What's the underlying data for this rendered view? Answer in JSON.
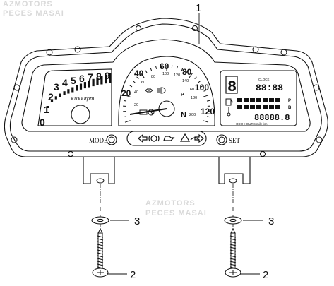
{
  "watermark": {
    "line1": "AZMOTORS",
    "line2": "PECES MASAI"
  },
  "callouts": [
    "1",
    "2",
    "3"
  ],
  "tachometer": {
    "scale": [
      "0",
      "1",
      "2",
      "3",
      "4",
      "5",
      "6",
      "7",
      "8",
      "9"
    ],
    "unit": "x1000rpm"
  },
  "speedometer": {
    "outer_scale": [
      "20",
      "40",
      "60",
      "80",
      "100",
      "120"
    ],
    "inner_scale": [
      "20",
      "40",
      "60",
      "80",
      "100",
      "120",
      "140",
      "160",
      "180",
      "200"
    ],
    "neutral": "N",
    "park": "P"
  },
  "lcd": {
    "gear_digit": "8",
    "clock_label": "CLOCK",
    "clock_value": "88:88",
    "lamp_p": "P",
    "lamp_b": "B",
    "odometer": "88888.8",
    "mode_line": "ODO HOURS mile km"
  },
  "buttons": {
    "mode": "MODE",
    "set": "SET"
  }
}
